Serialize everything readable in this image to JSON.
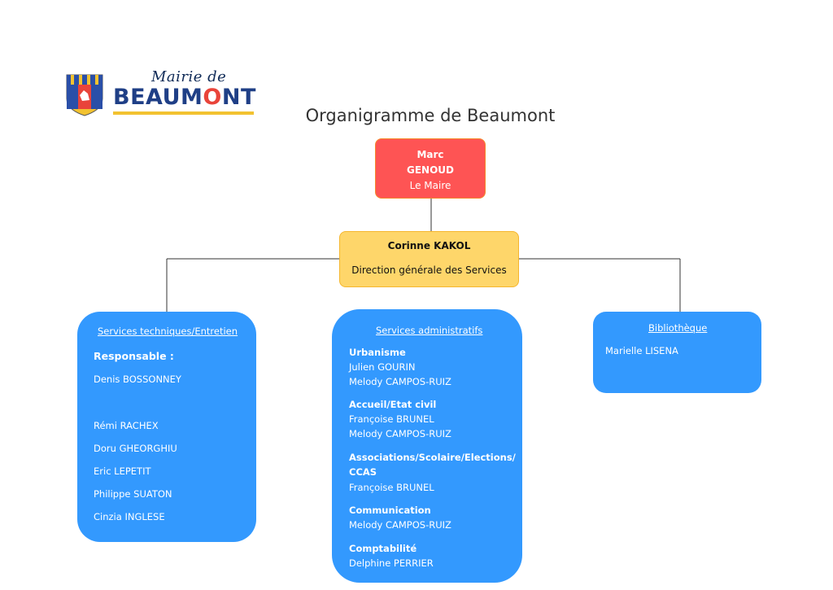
{
  "logo": {
    "script_text": "Mairie de",
    "main_text_pre": "BEAUM",
    "main_text_o": "O",
    "main_text_post": "NT"
  },
  "title": "Organigramme de Beaumont",
  "mayor": {
    "first_name": "Marc",
    "last_name": "GENOUD",
    "role": "Le Maire"
  },
  "dgs": {
    "name": "Corinne KAKOL",
    "role": "Direction générale des Services"
  },
  "tech": {
    "header": "Services techniques/Entretien",
    "lead_label": "Responsable :",
    "lead": "Denis BOSSONNEY",
    "staff": [
      "Rémi RACHEX",
      "Doru GHEORGHIU",
      "Eric LEPETIT",
      "Philippe SUATON",
      "Cinzia INGLESE"
    ]
  },
  "admin": {
    "header": "Services administratifs",
    "groups": [
      {
        "title": "Urbanisme",
        "members": [
          "Julien GOURIN",
          "Melody CAMPOS-RUIZ"
        ]
      },
      {
        "title": "Accueil/Etat civil",
        "members": [
          "Françoise BRUNEL",
          "Melody CAMPOS-RUIZ"
        ]
      },
      {
        "title_line1": "Associations/Scolaire/Elections/",
        "title_line2": "CCAS",
        "members": [
          "Françoise BRUNEL"
        ]
      },
      {
        "title": "Communication",
        "members": [
          "Melody CAMPOS-RUIZ"
        ]
      },
      {
        "title": "Comptabilité",
        "members": [
          "Delphine PERRIER"
        ]
      }
    ]
  },
  "library": {
    "header": "Bibliothèque",
    "member": "Marielle LISENA"
  },
  "colors": {
    "mayor": "#fe5454",
    "dgs": "#fed66a",
    "services": "#3399fe"
  }
}
